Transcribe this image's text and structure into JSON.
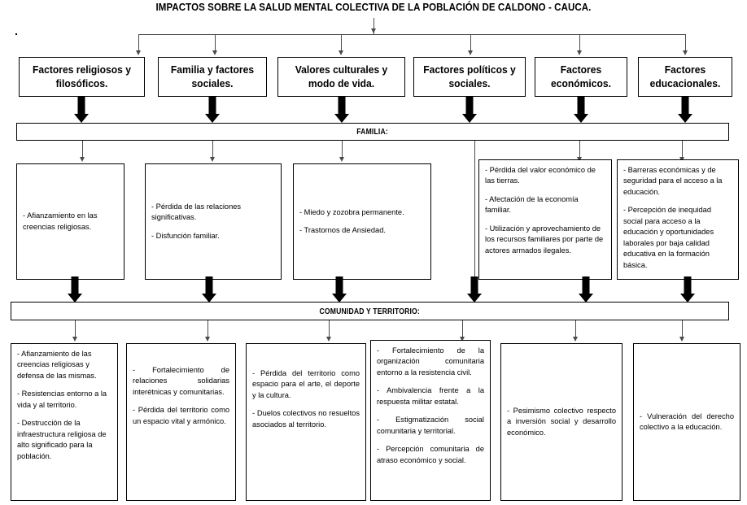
{
  "diagram": {
    "title": "IMPACTOS SOBRE LA SALUD MENTAL COLECTIVA DE LA POBLACIÓN  DE CALDONO - CAUCA.",
    "banners": {
      "familia": "FAMILIA:",
      "comunidad": "COMUNIDAD Y TERRITORIO:"
    },
    "factors": [
      {
        "label": "Factores religiosos y filosóficos."
      },
      {
        "label": "Familia y factores sociales."
      },
      {
        "label": "Valores culturales y modo de vida."
      },
      {
        "label": "Factores políticos y sociales."
      },
      {
        "label": "Factores económicos."
      },
      {
        "label": "Factores educacionales."
      }
    ],
    "familia_row": [
      {
        "items": [
          "- Afianzamiento en las creencias religiosas."
        ]
      },
      {
        "items": [
          "- Pérdida de las relaciones significativas.",
          "- Disfunción  familiar."
        ]
      },
      {
        "items": [
          "- Miedo y zozobra permanente.",
          "- Trastornos de Ansiedad."
        ]
      },
      {
        "items": []
      },
      {
        "items": [
          "- Pérdida del valor económico de las tierras.",
          "- Afectación de la economía familiar.",
          "- Utilización y aprovechamiento de los recursos familiares por parte de actores armados ilegales."
        ]
      },
      {
        "items": [
          "- Barreras económicas y de seguridad para el acceso a la educación.",
          "- Percepción de inequidad social para acceso a  la educación y oportunidades laborales por baja  calidad educativa en la formación básica."
        ]
      }
    ],
    "comunidad_row": [
      {
        "items": [
          "- Afianzamiento de las creencias religiosas y defensa de las mismas.",
          "- Resistencias entorno a la vida y al territorio.",
          "- Destrucción de la infraestructura religiosa de alto significado para la población."
        ]
      },
      {
        "items": [
          "-  Fortalecimiento  de relaciones  solidarias interétnicas  y comunitarias.",
          "- Pérdida del territorio como un espacio vital y armónico."
        ]
      },
      {
        "items": [
          "- Pérdida del territorio como espacio para el arte, el deporte y la cultura.",
          "- Duelos colectivos no resueltos asociados al territorio."
        ]
      },
      {
        "items": [
          "-  Fortalecimiento  de  la organización  comunitaria entorno a la resistencia civil.",
          "- Ambivalencia frente a la respuesta militar estatal.",
          "-  Estigmatización  social comunitaria y territorial.",
          "- Percepción comunitaria de atraso económico y social."
        ]
      },
      {
        "items": [
          "-  Pesimismo  colectivo respecto a inversión social y desarrollo  económico."
        ]
      },
      {
        "items": [
          "-  Vulneración  del derecho colectivo a la educación."
        ]
      }
    ],
    "colors": {
      "stroke": "#000000",
      "thin_connector": "#4a4a4a",
      "background": "#ffffff"
    }
  }
}
